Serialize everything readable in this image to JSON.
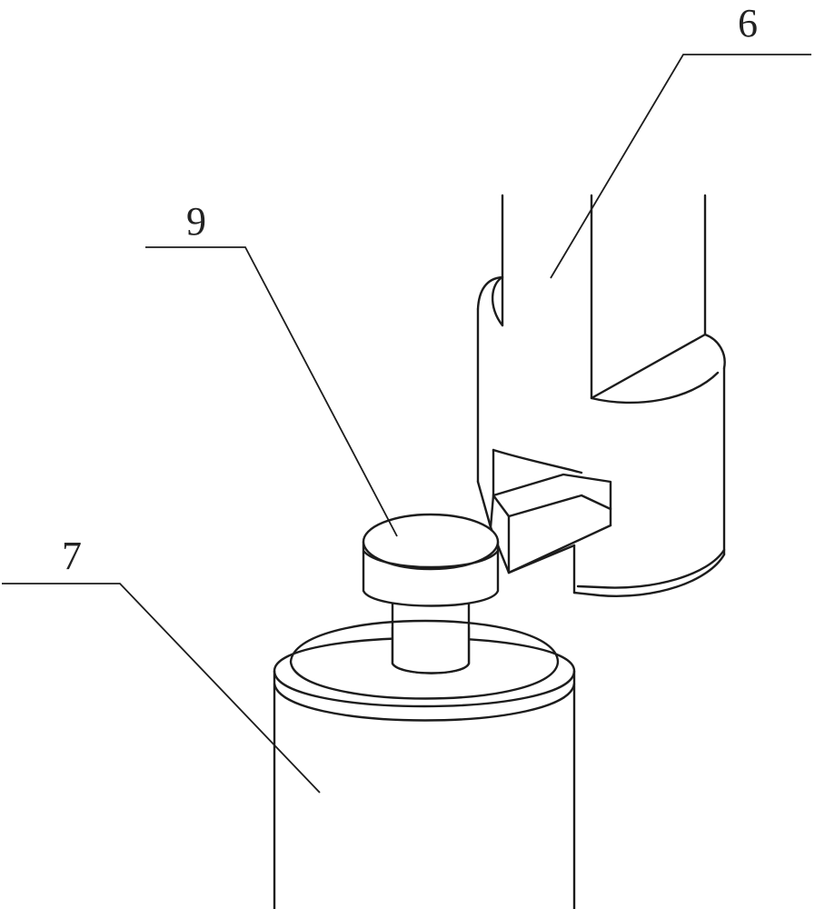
{
  "figure": {
    "labels": [
      {
        "id": "part-6",
        "text": "6"
      },
      {
        "id": "part-9",
        "text": "9"
      },
      {
        "id": "part-7",
        "text": "7"
      }
    ],
    "colors": {
      "stroke": "#1c1c1c",
      "fill": "#ffffff",
      "background": "#ffffff"
    }
  }
}
